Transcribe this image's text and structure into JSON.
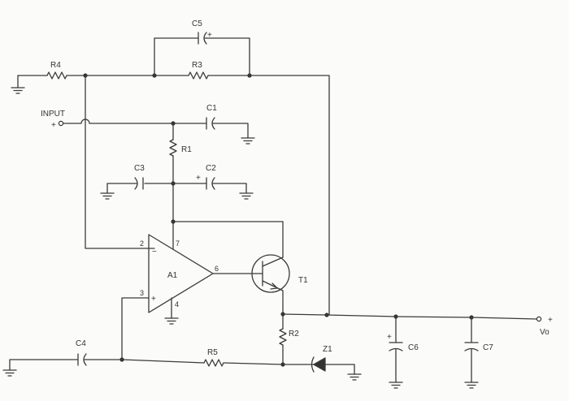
{
  "diagram": {
    "components": {
      "c5": "C5",
      "r4": "R4",
      "r3": "R3",
      "c1": "C1",
      "r1": "R1",
      "c3": "C3",
      "c2": "C2",
      "a1": "A1",
      "t1": "T1",
      "c4": "C4",
      "r5": "R5",
      "r2": "R2",
      "z1": "Z1",
      "c6": "C6",
      "c7": "C7"
    },
    "input_label": "INPUT",
    "output_label": "Vo",
    "pins": {
      "p2": "2",
      "p3": "3",
      "p4": "4",
      "p6": "6",
      "p7": "7"
    },
    "polarity": {
      "plus": "+",
      "minus": "−"
    }
  }
}
